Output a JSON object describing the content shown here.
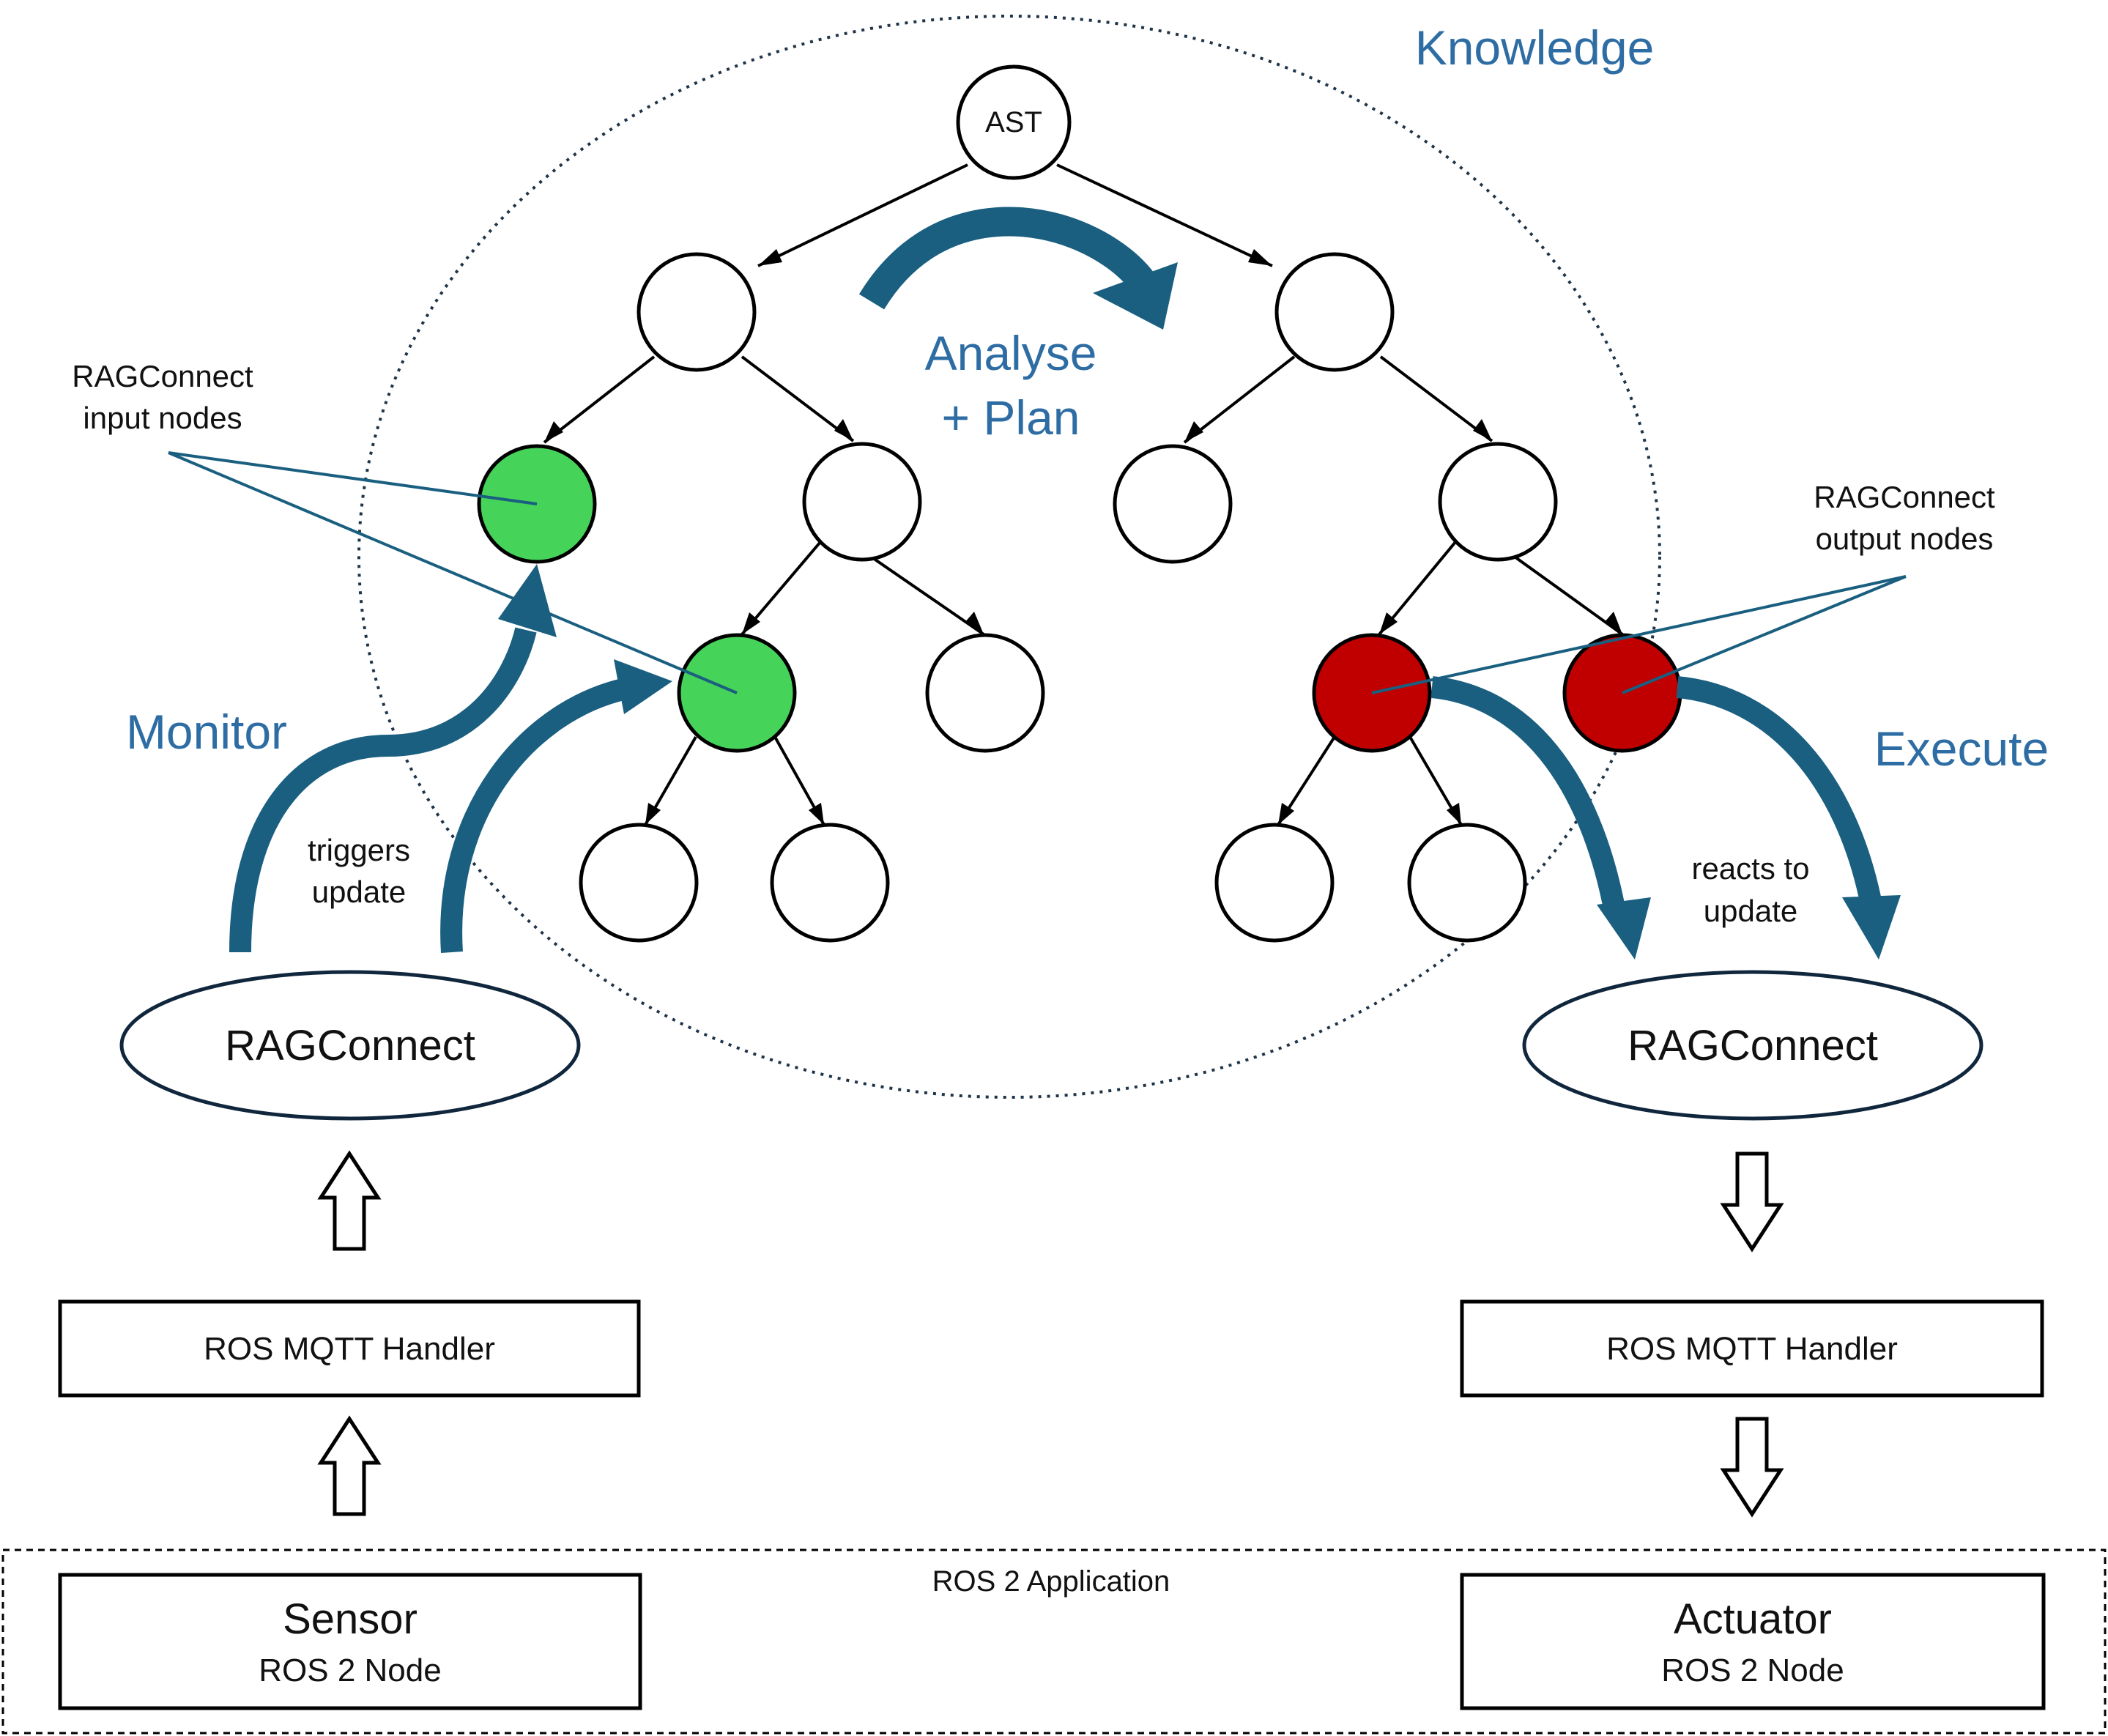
{
  "colors": {
    "accent_blue": "#1a5f80",
    "label_blue": "#2e6da4",
    "input_node_green": "#46d35a",
    "output_node_red": "#c00000",
    "outline": "#000000"
  },
  "labels": {
    "knowledge": "Knowledge",
    "ast": "AST",
    "analyse": "Analyse",
    "plan": "+ Plan",
    "monitor": "Monitor",
    "execute": "Execute",
    "input_nodes_l1": "RAGConnect",
    "input_nodes_l2": "input nodes",
    "output_nodes_l1": "RAGConnect",
    "output_nodes_l2": "output nodes",
    "triggers_l1": "triggers",
    "triggers_l2": "update",
    "reacts_l1": "reacts to",
    "reacts_l2": "update",
    "ragconnect_left": "RAGConnect",
    "ragconnect_right": "RAGConnect",
    "handler_left": "ROS MQTT Handler",
    "handler_right": "ROS MQTT Handler",
    "ros_app": "ROS 2 Application",
    "sensor": "Sensor",
    "sensor_sub": "ROS 2 Node",
    "actuator": "Actuator",
    "actuator_sub": "ROS 2 Node"
  }
}
